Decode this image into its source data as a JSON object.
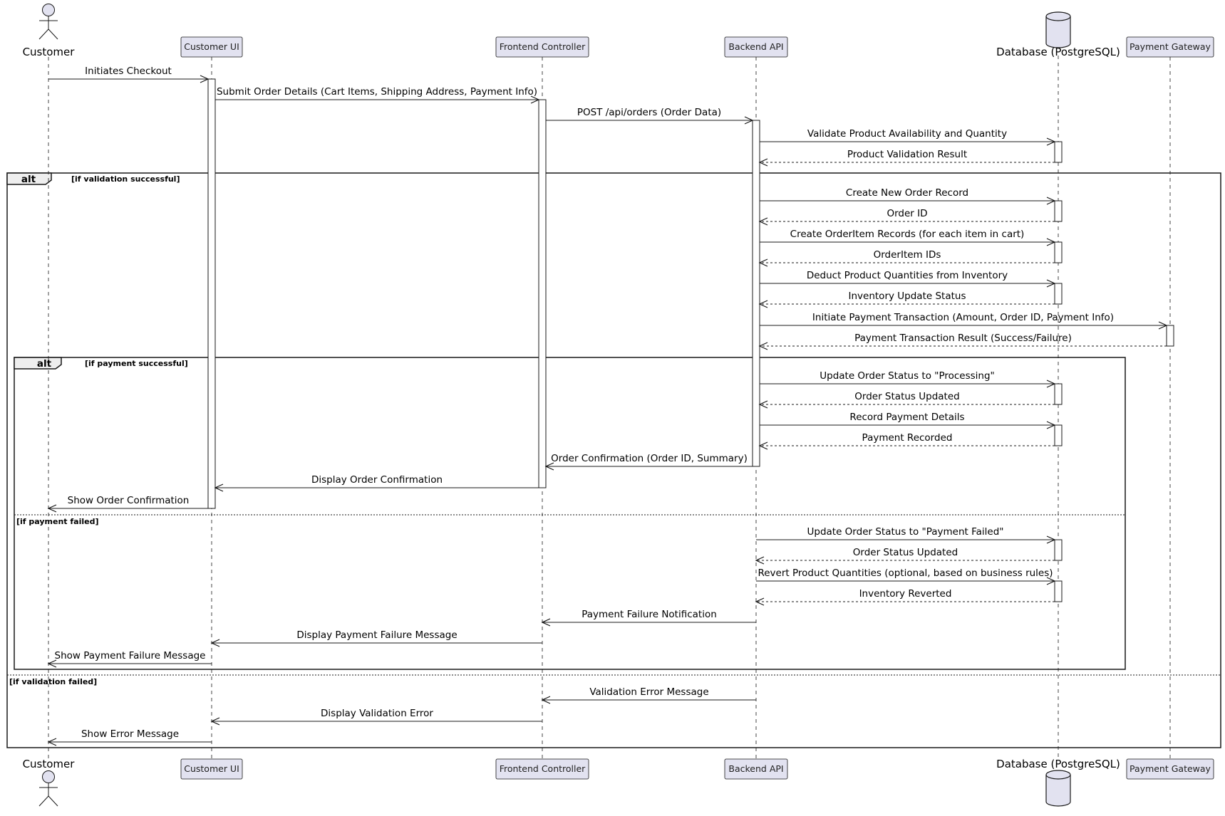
{
  "participants": [
    {
      "id": "customer",
      "label": "Customer",
      "kind": "actor"
    },
    {
      "id": "ui",
      "label": "Customer UI",
      "kind": "box"
    },
    {
      "id": "fc",
      "label": "Frontend Controller",
      "kind": "box"
    },
    {
      "id": "api",
      "label": "Backend API",
      "kind": "box"
    },
    {
      "id": "db",
      "label": "Database (PostgreSQL)",
      "kind": "database"
    },
    {
      "id": "pg",
      "label": "Payment Gateway",
      "kind": "box"
    }
  ],
  "messages": [
    {
      "from": "customer",
      "to": "ui",
      "text": "Initiates Checkout",
      "kind": "sync"
    },
    {
      "from": "ui",
      "to": "fc",
      "text": "Submit Order Details (Cart Items, Shipping Address, Payment Info)",
      "kind": "sync"
    },
    {
      "from": "fc",
      "to": "api",
      "text": "POST /api/orders (Order Data)",
      "kind": "sync"
    },
    {
      "from": "api",
      "to": "db",
      "text": "Validate Product Availability and Quantity",
      "kind": "sync"
    },
    {
      "from": "db",
      "to": "api",
      "text": "Product Validation Result",
      "kind": "reply"
    },
    {
      "from": "api",
      "to": "db",
      "text": "Create New Order Record",
      "kind": "sync"
    },
    {
      "from": "db",
      "to": "api",
      "text": "Order ID",
      "kind": "reply"
    },
    {
      "from": "api",
      "to": "db",
      "text": "Create OrderItem Records (for each item in cart)",
      "kind": "sync"
    },
    {
      "from": "db",
      "to": "api",
      "text": "OrderItem IDs",
      "kind": "reply"
    },
    {
      "from": "api",
      "to": "db",
      "text": "Deduct Product Quantities from Inventory",
      "kind": "sync"
    },
    {
      "from": "db",
      "to": "api",
      "text": "Inventory Update Status",
      "kind": "reply"
    },
    {
      "from": "api",
      "to": "pg",
      "text": "Initiate Payment Transaction (Amount, Order ID, Payment Info)",
      "kind": "sync"
    },
    {
      "from": "pg",
      "to": "api",
      "text": "Payment Transaction Result (Success/Failure)",
      "kind": "reply"
    },
    {
      "from": "api",
      "to": "db",
      "text": "Update Order Status to \"Processing\"",
      "kind": "sync"
    },
    {
      "from": "db",
      "to": "api",
      "text": "Order Status Updated",
      "kind": "reply"
    },
    {
      "from": "api",
      "to": "db",
      "text": "Record Payment Details",
      "kind": "sync"
    },
    {
      "from": "db",
      "to": "api",
      "text": "Payment Recorded",
      "kind": "reply"
    },
    {
      "from": "api",
      "to": "fc",
      "text": "Order Confirmation (Order ID, Summary)",
      "kind": "sync"
    },
    {
      "from": "fc",
      "to": "ui",
      "text": "Display Order Confirmation",
      "kind": "sync"
    },
    {
      "from": "ui",
      "to": "customer",
      "text": "Show Order Confirmation",
      "kind": "sync"
    },
    {
      "from": "api",
      "to": "db",
      "text": "Update Order Status to \"Payment Failed\"",
      "kind": "sync"
    },
    {
      "from": "db",
      "to": "api",
      "text": "Order Status Updated",
      "kind": "reply"
    },
    {
      "from": "api",
      "to": "db",
      "text": "Revert Product Quantities (optional, based on business rules)",
      "kind": "sync"
    },
    {
      "from": "db",
      "to": "api",
      "text": "Inventory Reverted",
      "kind": "reply"
    },
    {
      "from": "api",
      "to": "fc",
      "text": "Payment Failure Notification",
      "kind": "sync"
    },
    {
      "from": "fc",
      "to": "ui",
      "text": "Display Payment Failure Message",
      "kind": "sync"
    },
    {
      "from": "ui",
      "to": "customer",
      "text": "Show Payment Failure Message",
      "kind": "sync"
    },
    {
      "from": "api",
      "to": "fc",
      "text": "Validation Error Message",
      "kind": "sync"
    },
    {
      "from": "fc",
      "to": "ui",
      "text": "Display Validation Error",
      "kind": "sync"
    },
    {
      "from": "ui",
      "to": "customer",
      "text": "Show Error Message",
      "kind": "sync"
    }
  ],
  "fragments": [
    {
      "keyword": "alt",
      "condition": "[if validation successful]",
      "else_conditions": [
        "[if validation failed]"
      ]
    },
    {
      "keyword": "alt",
      "condition": "[if payment successful]",
      "else_conditions": [
        "[if payment failed]"
      ]
    }
  ],
  "colors": {
    "participant_fill": "#E2E2F0",
    "participant_border": "#181818",
    "line": "#181818",
    "fragment_header": "#EEEEEE"
  }
}
